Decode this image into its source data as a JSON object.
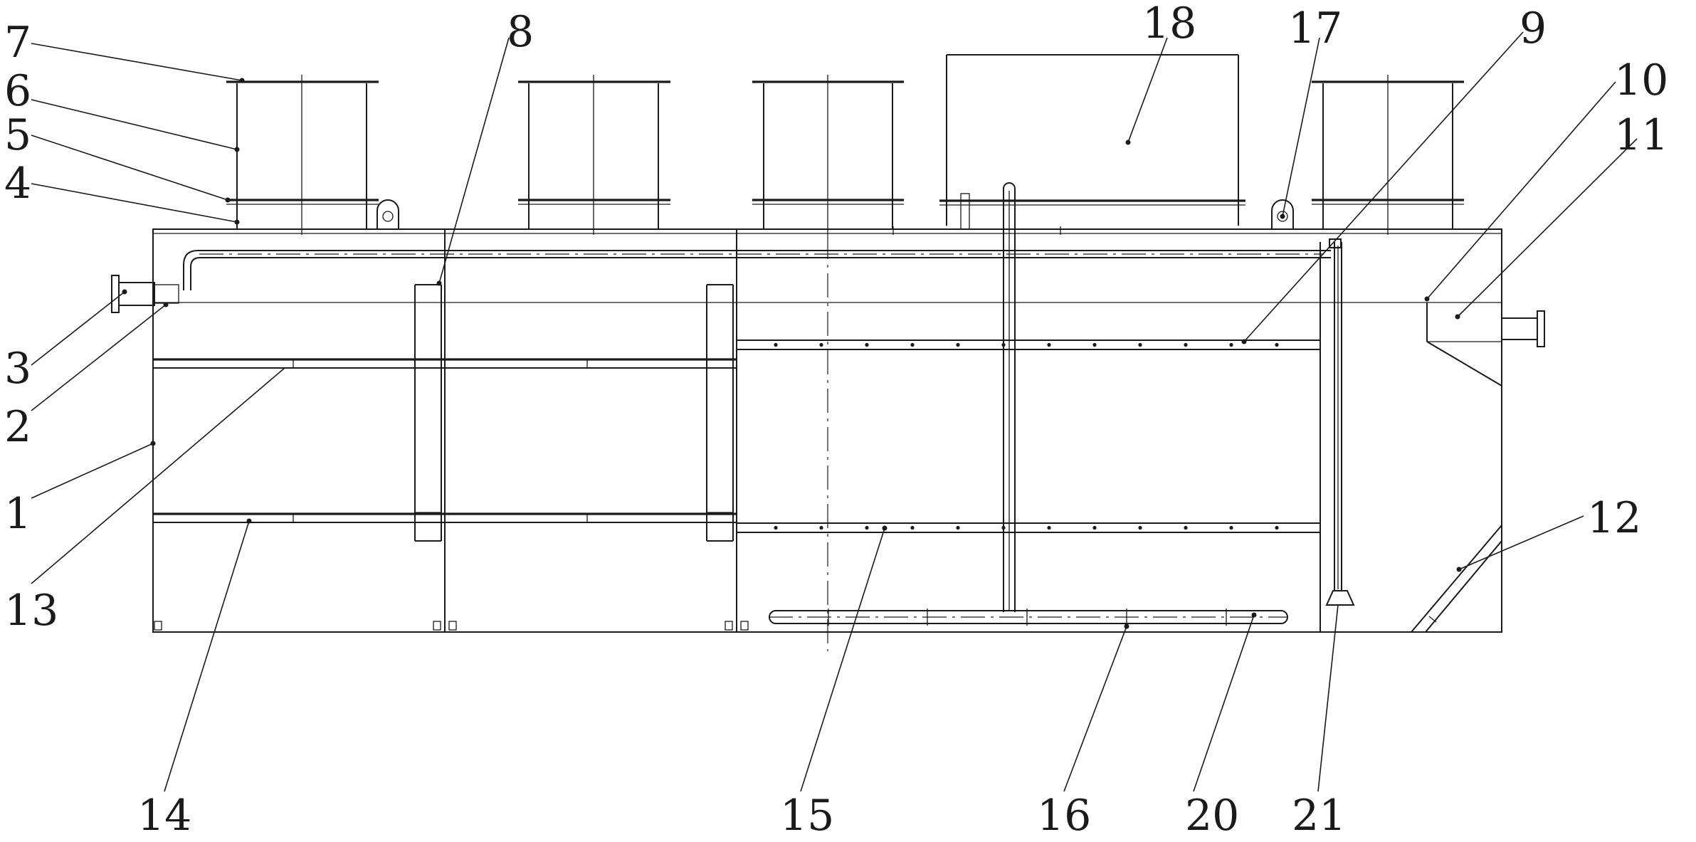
{
  "labels": [
    {
      "id": "1",
      "text": "1"
    },
    {
      "id": "2",
      "text": "2"
    },
    {
      "id": "3",
      "text": "3"
    },
    {
      "id": "4",
      "text": "4"
    },
    {
      "id": "5",
      "text": "5"
    },
    {
      "id": "6",
      "text": "6"
    },
    {
      "id": "7",
      "text": "7"
    },
    {
      "id": "8",
      "text": "8"
    },
    {
      "id": "9",
      "text": "9"
    },
    {
      "id": "10",
      "text": "10"
    },
    {
      "id": "11",
      "text": "11"
    },
    {
      "id": "12",
      "text": "12"
    },
    {
      "id": "13",
      "text": "13"
    },
    {
      "id": "14",
      "text": "14"
    },
    {
      "id": "15",
      "text": "15"
    },
    {
      "id": "16",
      "text": "16"
    },
    {
      "id": "17",
      "text": "17"
    },
    {
      "id": "18",
      "text": "18"
    },
    {
      "id": "20",
      "text": "20"
    },
    {
      "id": "21",
      "text": "21"
    }
  ]
}
